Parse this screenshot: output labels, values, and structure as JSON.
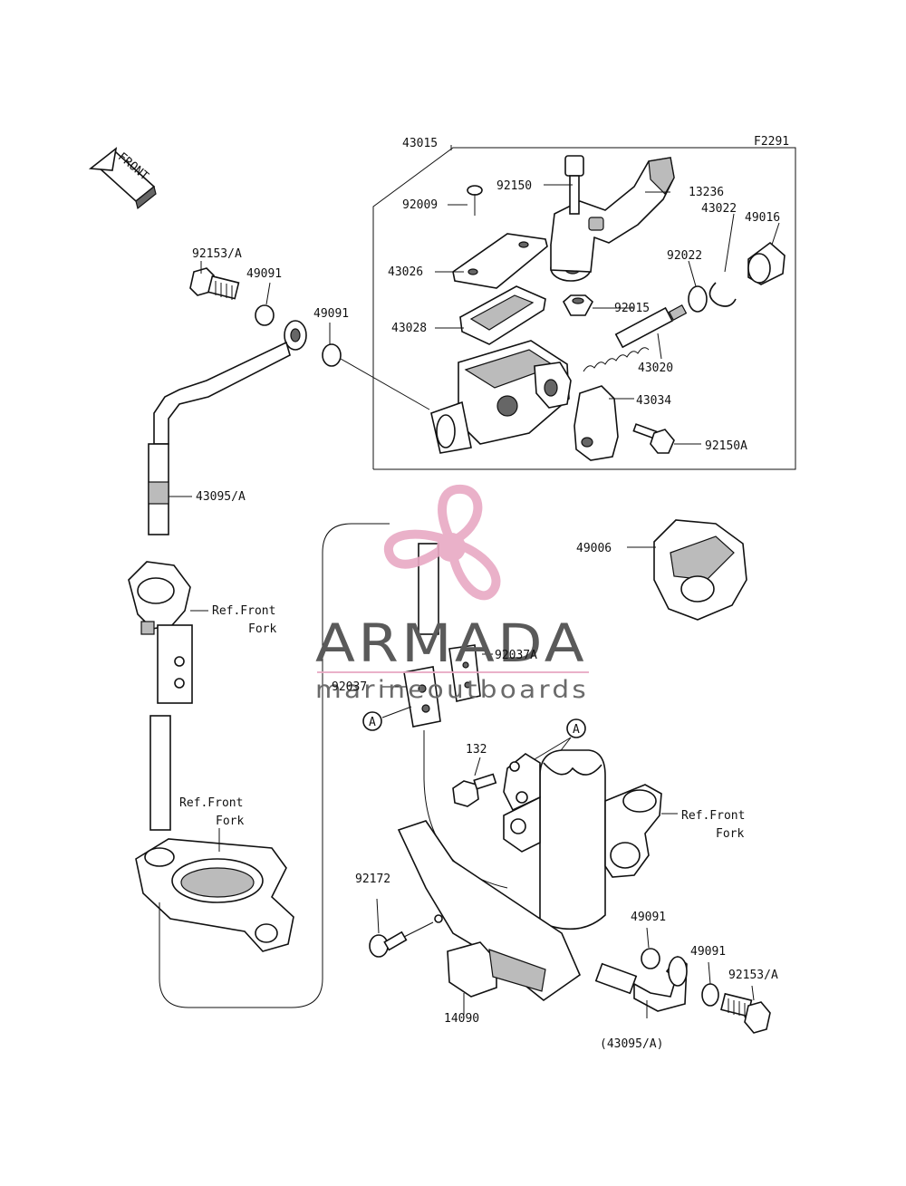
{
  "diagram_code": "F2291",
  "front_label": "FRONT",
  "watermark": {
    "brand": "ARMADA",
    "tagline": "marineoutboards"
  },
  "labels": {
    "p43015": "43015",
    "p92150": "92150",
    "p13236": "13236",
    "p92009": "92009",
    "p49016": "49016",
    "p43022": "43022",
    "p92022": "92022",
    "p43026": "43026",
    "p92015": "92015",
    "p43028": "43028",
    "p43020": "43020",
    "p43034": "43034",
    "p92150A": "92150A",
    "p92153A_top": "92153/A",
    "p49091_top1": "49091",
    "p49091_top2": "49091",
    "p43095A": "43095/A",
    "p49006": "49006",
    "ref_front_1a": "Ref.Front",
    "ref_front_1b": "Fork",
    "p92037A": "92037A",
    "p92037": "92037",
    "callout_a1": "A",
    "callout_a2": "A",
    "p132": "132",
    "ref_front_2a": "Ref.Front",
    "ref_front_2b": "Fork",
    "ref_front_3a": "Ref.Front",
    "ref_front_3b": "Fork",
    "p92172": "92172",
    "p49091_bot1": "49091",
    "p49091_bot2": "49091",
    "p92153A_bot": "92153/A",
    "p14090": "14090",
    "p43095A_paren": "(43095/A)"
  },
  "colors": {
    "watermark_pink": "#e8a9c4",
    "watermark_text": "#5a5a5a",
    "line": "#111111"
  }
}
